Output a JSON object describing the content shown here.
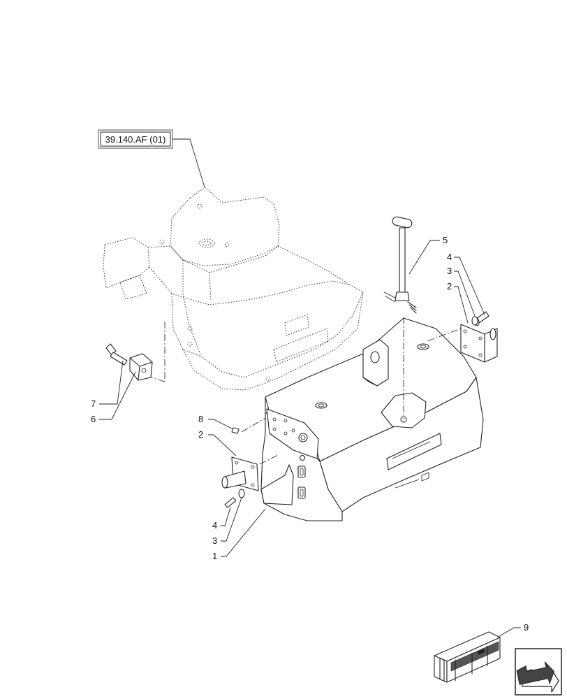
{
  "reference_box": {
    "label": "39.140.AF (01)"
  },
  "callouts": {
    "c1": "1",
    "c2_left": "2",
    "c2_right": "2",
    "c3_left": "3",
    "c3_right": "3",
    "c4_left": "4",
    "c4_right": "4",
    "c5": "5",
    "c6": "6",
    "c7": "7",
    "c8": "8",
    "c9": "9"
  },
  "icons": {
    "crate": "shipping-crate-icon",
    "nav": "next-page-arrow-icon"
  }
}
